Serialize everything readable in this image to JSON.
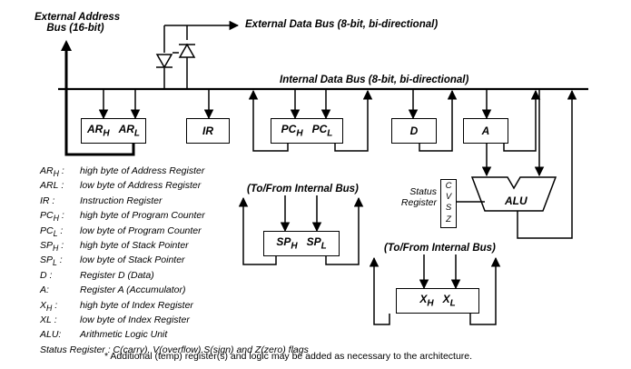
{
  "labels": {
    "ext_addr_bus_line1": "External Address",
    "ext_addr_bus_line2": "Bus (16-bit)",
    "ext_data_bus": "External Data Bus (8-bit, bi-directional)",
    "int_data_bus": "Internal Data Bus (8-bit, bi-directional)",
    "to_from_bus_1": "(To/From Internal Bus)",
    "to_from_bus_2": "(To/From Internal Bus)",
    "status_register_line1": "Status",
    "status_register_line2": "Register",
    "alu": "ALU"
  },
  "registers": {
    "arh": {
      "base": "AR",
      "sub": "H"
    },
    "arl": {
      "base": "AR",
      "sub": "L"
    },
    "ir": {
      "base": "IR",
      "sub": ""
    },
    "pch": {
      "base": "PC",
      "sub": "H"
    },
    "pcl": {
      "base": "PC",
      "sub": "L"
    },
    "d": {
      "base": "D",
      "sub": ""
    },
    "a": {
      "base": "A",
      "sub": ""
    },
    "sph": {
      "base": "SP",
      "sub": "H"
    },
    "spl": {
      "base": "SP",
      "sub": "L"
    },
    "xh": {
      "base": "X",
      "sub": "H"
    },
    "xl": {
      "base": "X",
      "sub": "L"
    }
  },
  "status_flags": [
    "C",
    "V",
    "S",
    "Z"
  ],
  "legend": [
    {
      "key": "AR",
      "sub": "H",
      "suffix": " :",
      "desc": "high byte of Address Register"
    },
    {
      "key": "ARL",
      "sub": "",
      "suffix": " :",
      "desc": "low byte of Address Register"
    },
    {
      "key": "IR",
      "sub": "",
      "suffix": " :",
      "desc": "Instruction Register"
    },
    {
      "key": "PC",
      "sub": "H",
      "suffix": " :",
      "desc": "high byte of Program Counter"
    },
    {
      "key": "PC",
      "sub": "L",
      "suffix": " :",
      "desc": "low byte of Program Counter"
    },
    {
      "key": "SP",
      "sub": "H",
      "suffix": " :",
      "desc": "high byte of Stack Pointer"
    },
    {
      "key": "SP",
      "sub": "L",
      "suffix": " :",
      "desc": "low byte of Stack Pointer"
    },
    {
      "key": "D",
      "sub": "",
      "suffix": " :",
      "desc": "Register D (Data)"
    },
    {
      "key": "A:",
      "sub": "",
      "suffix": "",
      "desc": "Register A (Accumulator)"
    },
    {
      "key": "X",
      "sub": "H",
      "suffix": " :",
      "desc": "high byte of Index Register"
    },
    {
      "key": "XL",
      "sub": "",
      "suffix": " :",
      "desc": "low byte of Index Register"
    },
    {
      "key": "ALU:",
      "sub": "",
      "suffix": "",
      "desc": "Arithmetic Logic Unit"
    }
  ],
  "status_legend": "Status Register :  C(carry), V(overflow),S(sign) and Z(zero) flags",
  "footnote": "* Additional (temp) register(s) and logic may be added as necessary to the architecture."
}
